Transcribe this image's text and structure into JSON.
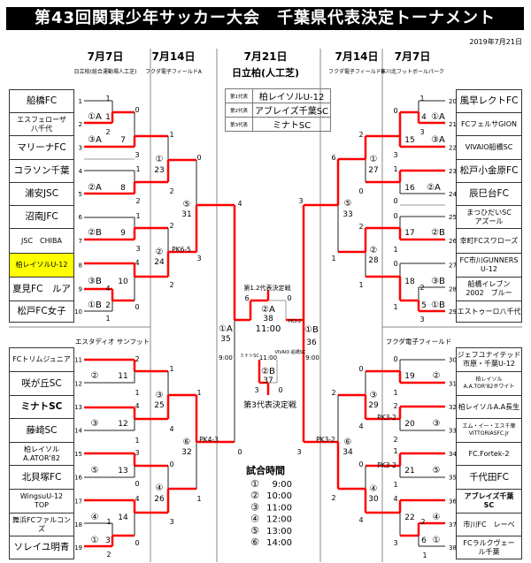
{
  "title": "第43回関東少年サッカー大会　千葉県代表決定トーナメント",
  "date": "2019年7月21日",
  "columns": [
    {
      "date": "7月7日",
      "venue": "日立柏(総合運動場人工芝)"
    },
    {
      "date": "7月14日",
      "venue": "フクダ電子フィールドA"
    },
    {
      "date": "7月21日",
      "venue": "日立柏(人工芝)"
    },
    {
      "date": "7月14日",
      "venue": "フクダ電子フィールドB"
    },
    {
      "date": "7月7日",
      "venue": "市川北フットボールパーク"
    }
  ],
  "section_venues": {
    "left_bottom": "エスタディオ サンフット",
    "right_bottom": "フクダ電子フィールド"
  },
  "representatives": [
    {
      "label": "第1代表",
      "team": "柏レイソルU-12"
    },
    {
      "label": "第2代表",
      "team": "アブレイズ千葉SC"
    },
    {
      "label": "第3代表",
      "team": "ミナトSC"
    }
  ],
  "highlight_color": "#ffff00",
  "winner_line_color": "#ff0000",
  "teams": {
    "left_top": [
      {
        "no": "1",
        "name": "船橋FC"
      },
      {
        "no": "2",
        "name": "エスフェローザ\n八千代"
      },
      {
        "no": "3",
        "name": "マリーナFC"
      },
      {
        "no": "4",
        "name": "コラソン千葉"
      },
      {
        "no": "5",
        "name": "浦安JSC"
      },
      {
        "no": "6",
        "name": "沼南JFC"
      },
      {
        "no": "7",
        "name": "JSC　CHIBA"
      },
      {
        "no": "8",
        "name": "柏レイソルU-12",
        "highlight": true
      },
      {
        "no": "9",
        "name": "夏見FC　ルア"
      },
      {
        "no": "10",
        "name": "松戸FC女子"
      }
    ],
    "left_bottom": [
      {
        "no": "11",
        "name": "FCトリムジュニア"
      },
      {
        "no": "12",
        "name": "咲が丘SC"
      },
      {
        "no": "13",
        "name": "ミナトSC",
        "bold": true
      },
      {
        "no": "14",
        "name": "藤崎SC"
      },
      {
        "no": "15",
        "name": "柏レイソル\nA.ATOR'82"
      },
      {
        "no": "16",
        "name": "北貝塚FC"
      },
      {
        "no": "17",
        "name": "WingsuU-12\nTOP"
      },
      {
        "no": "18",
        "name": "舞浜FCファルコンズ"
      },
      {
        "no": "19",
        "name": "ソレイユ明青"
      }
    ],
    "right_top": [
      {
        "no": "20",
        "name": "風早レクトFC"
      },
      {
        "no": "21",
        "name": "FCフェルサGION"
      },
      {
        "no": "22",
        "name": "VIVAIO船橋SC"
      },
      {
        "no": "23",
        "name": "松戸小金原FC"
      },
      {
        "no": "24",
        "name": "辰巳台FC"
      },
      {
        "no": "25",
        "name": "まつひだいSC\nアズール"
      },
      {
        "no": "26",
        "name": "幸町FCスワローズ"
      },
      {
        "no": "27",
        "name": "FC市川GUNNERS\nU-12"
      },
      {
        "no": "28",
        "name": "船橋イレブン\n2002　ブルー"
      },
      {
        "no": "29",
        "name": "エストゥーロ八千代"
      }
    ],
    "right_bottom": [
      {
        "no": "30",
        "name": "ジェフユナイテッド\n市原・千葉U-12"
      },
      {
        "no": "31",
        "name": "柏レイソル\nA.A.TOR'82ホワイト"
      },
      {
        "no": "32",
        "name": "柏レイソルA.A長生"
      },
      {
        "no": "33",
        "name": "エム・イー・エス千葉\nVITTORIASFC.Jr"
      },
      {
        "no": "34",
        "name": "FC.Fortek-2"
      },
      {
        "no": "35",
        "name": "千代田FC"
      },
      {
        "no": "36",
        "name": "アブレイズ千葉\nSC",
        "bold": true
      },
      {
        "no": "37",
        "name": "市川FC　レーベ"
      },
      {
        "no": "38",
        "name": "FCラルクヴェー\nル千葉"
      }
    ]
  },
  "matches": {
    "m1": {
      "label": "①A",
      "no": "1",
      "top": "1",
      "bottom": "2"
    },
    "m2": {
      "label": "①B",
      "no": "2",
      "top": "4",
      "bottom": "1"
    },
    "m3": {
      "label": "①",
      "no": "3",
      "top": "1",
      "bottom": "2"
    },
    "m4": {
      "label": "①A",
      "no": "4",
      "top": "1",
      "bottom": "3"
    },
    "m5": {
      "label": "①B",
      "no": "5",
      "top": "2",
      "bottom": "3"
    },
    "m6": {
      "label": "①",
      "no": "6",
      "top": "2",
      "bottom": "1"
    },
    "m7": {
      "label": "③A",
      "no": "7",
      "top": "0",
      "bottom": "3"
    },
    "m8": {
      "label": "②A",
      "no": "8",
      "top": "1",
      "bottom": "2"
    },
    "m9": {
      "label": "②B",
      "no": "9",
      "top": "1",
      "bottom": "3"
    },
    "m10": {
      "label": "③B",
      "no": "10",
      "top": "4",
      "bottom": "0"
    },
    "m11": {
      "label": "②",
      "no": "11",
      "top": "2",
      "bottom": "1"
    },
    "m12": {
      "label": "③",
      "no": "12",
      "top": "4",
      "bottom": "1"
    },
    "m13": {
      "label": "⑤",
      "no": "13",
      "top": "3",
      "bottom": "0"
    },
    "m14": {
      "label": "④",
      "no": "14",
      "top": "4",
      "bottom": "0"
    },
    "m15": {
      "label": "③A",
      "no": "15",
      "top": "0",
      "bottom": "3"
    },
    "m16": {
      "label": "②A",
      "no": "16",
      "top": "1",
      "bottom": "0"
    },
    "m17": {
      "label": "②B",
      "no": "17",
      "top": "0",
      "bottom": "1"
    },
    "m18": {
      "label": "③B",
      "no": "18",
      "top": "0",
      "bottom": "1"
    },
    "m19": {
      "label": "②",
      "no": "19",
      "top": "0",
      "bottom": "1"
    },
    "m20": {
      "label": "③",
      "no": "20",
      "top": "2",
      "bottom": "2",
      "pk": "PK3-2"
    },
    "m21": {
      "label": "⑤",
      "no": "21",
      "top": "1",
      "bottom": "1",
      "pk": "PK3-2"
    },
    "m22": {
      "label": "④",
      "no": "22",
      "top": "4",
      "bottom": "3"
    },
    "m23": {
      "label": "①",
      "no": "23",
      "top": "1",
      "bottom": "2"
    },
    "m24": {
      "label": "②",
      "no": "24",
      "top": "2",
      "bottom": "2",
      "pk": "PK6-5"
    },
    "m25": {
      "label": "③",
      "no": "25",
      "top": "1",
      "bottom": "4"
    },
    "m26": {
      "label": "④",
      "no": "26",
      "top": "0",
      "bottom": "3"
    },
    "m27": {
      "label": "①",
      "no": "27",
      "top": "2",
      "bottom": "0"
    },
    "m28": {
      "label": "②",
      "no": "28",
      "top": "2",
      "bottom": "1"
    },
    "m29": {
      "label": "③",
      "no": "29",
      "top": "0",
      "bottom": "4"
    },
    "m30": {
      "label": "④",
      "no": "30",
      "top": "0",
      "bottom": "4"
    },
    "m31": {
      "label": "⑤",
      "no": "31",
      "top": "0",
      "bottom": "3"
    },
    "m32": {
      "label": "⑥",
      "no": "32",
      "top": "1",
      "bottom": "1",
      "pk": "PK4-3"
    },
    "m33": {
      "label": "⑤",
      "no": "33",
      "top": "6",
      "bottom": "1"
    },
    "m34": {
      "label": "⑥",
      "no": "34",
      "top": "2",
      "bottom": "2",
      "pk": "PK3-2"
    },
    "m35": {
      "label": "①A",
      "no": "35",
      "time": "9:00",
      "top": "4",
      "bottom": "0"
    },
    "m36": {
      "label": "①B",
      "no": "36",
      "time": "9:00",
      "top": "3",
      "bottom": "3",
      "pk": "PK3-2"
    },
    "m37": {
      "title": "第3代表決定戦",
      "label": "②B",
      "no": "37",
      "time": "11:00",
      "team_a": "ミナトSC",
      "team_b": "VIVAIO\n船橋SC",
      "top": "3",
      "bottom": "0"
    },
    "m38": {
      "title": "第1.2代表決定戦",
      "label": "②A",
      "no": "38",
      "time": "11:00",
      "top": "6",
      "bottom": "0"
    }
  },
  "schedule": {
    "title": "試合時間",
    "rows": [
      {
        "slot": "①",
        "time": "9:00"
      },
      {
        "slot": "②",
        "time": "10:00"
      },
      {
        "slot": "③",
        "time": "11:00"
      },
      {
        "slot": "④",
        "time": "12:00"
      },
      {
        "slot": "⑤",
        "time": "13:00"
      },
      {
        "slot": "⑥",
        "time": "14:00"
      }
    ]
  }
}
